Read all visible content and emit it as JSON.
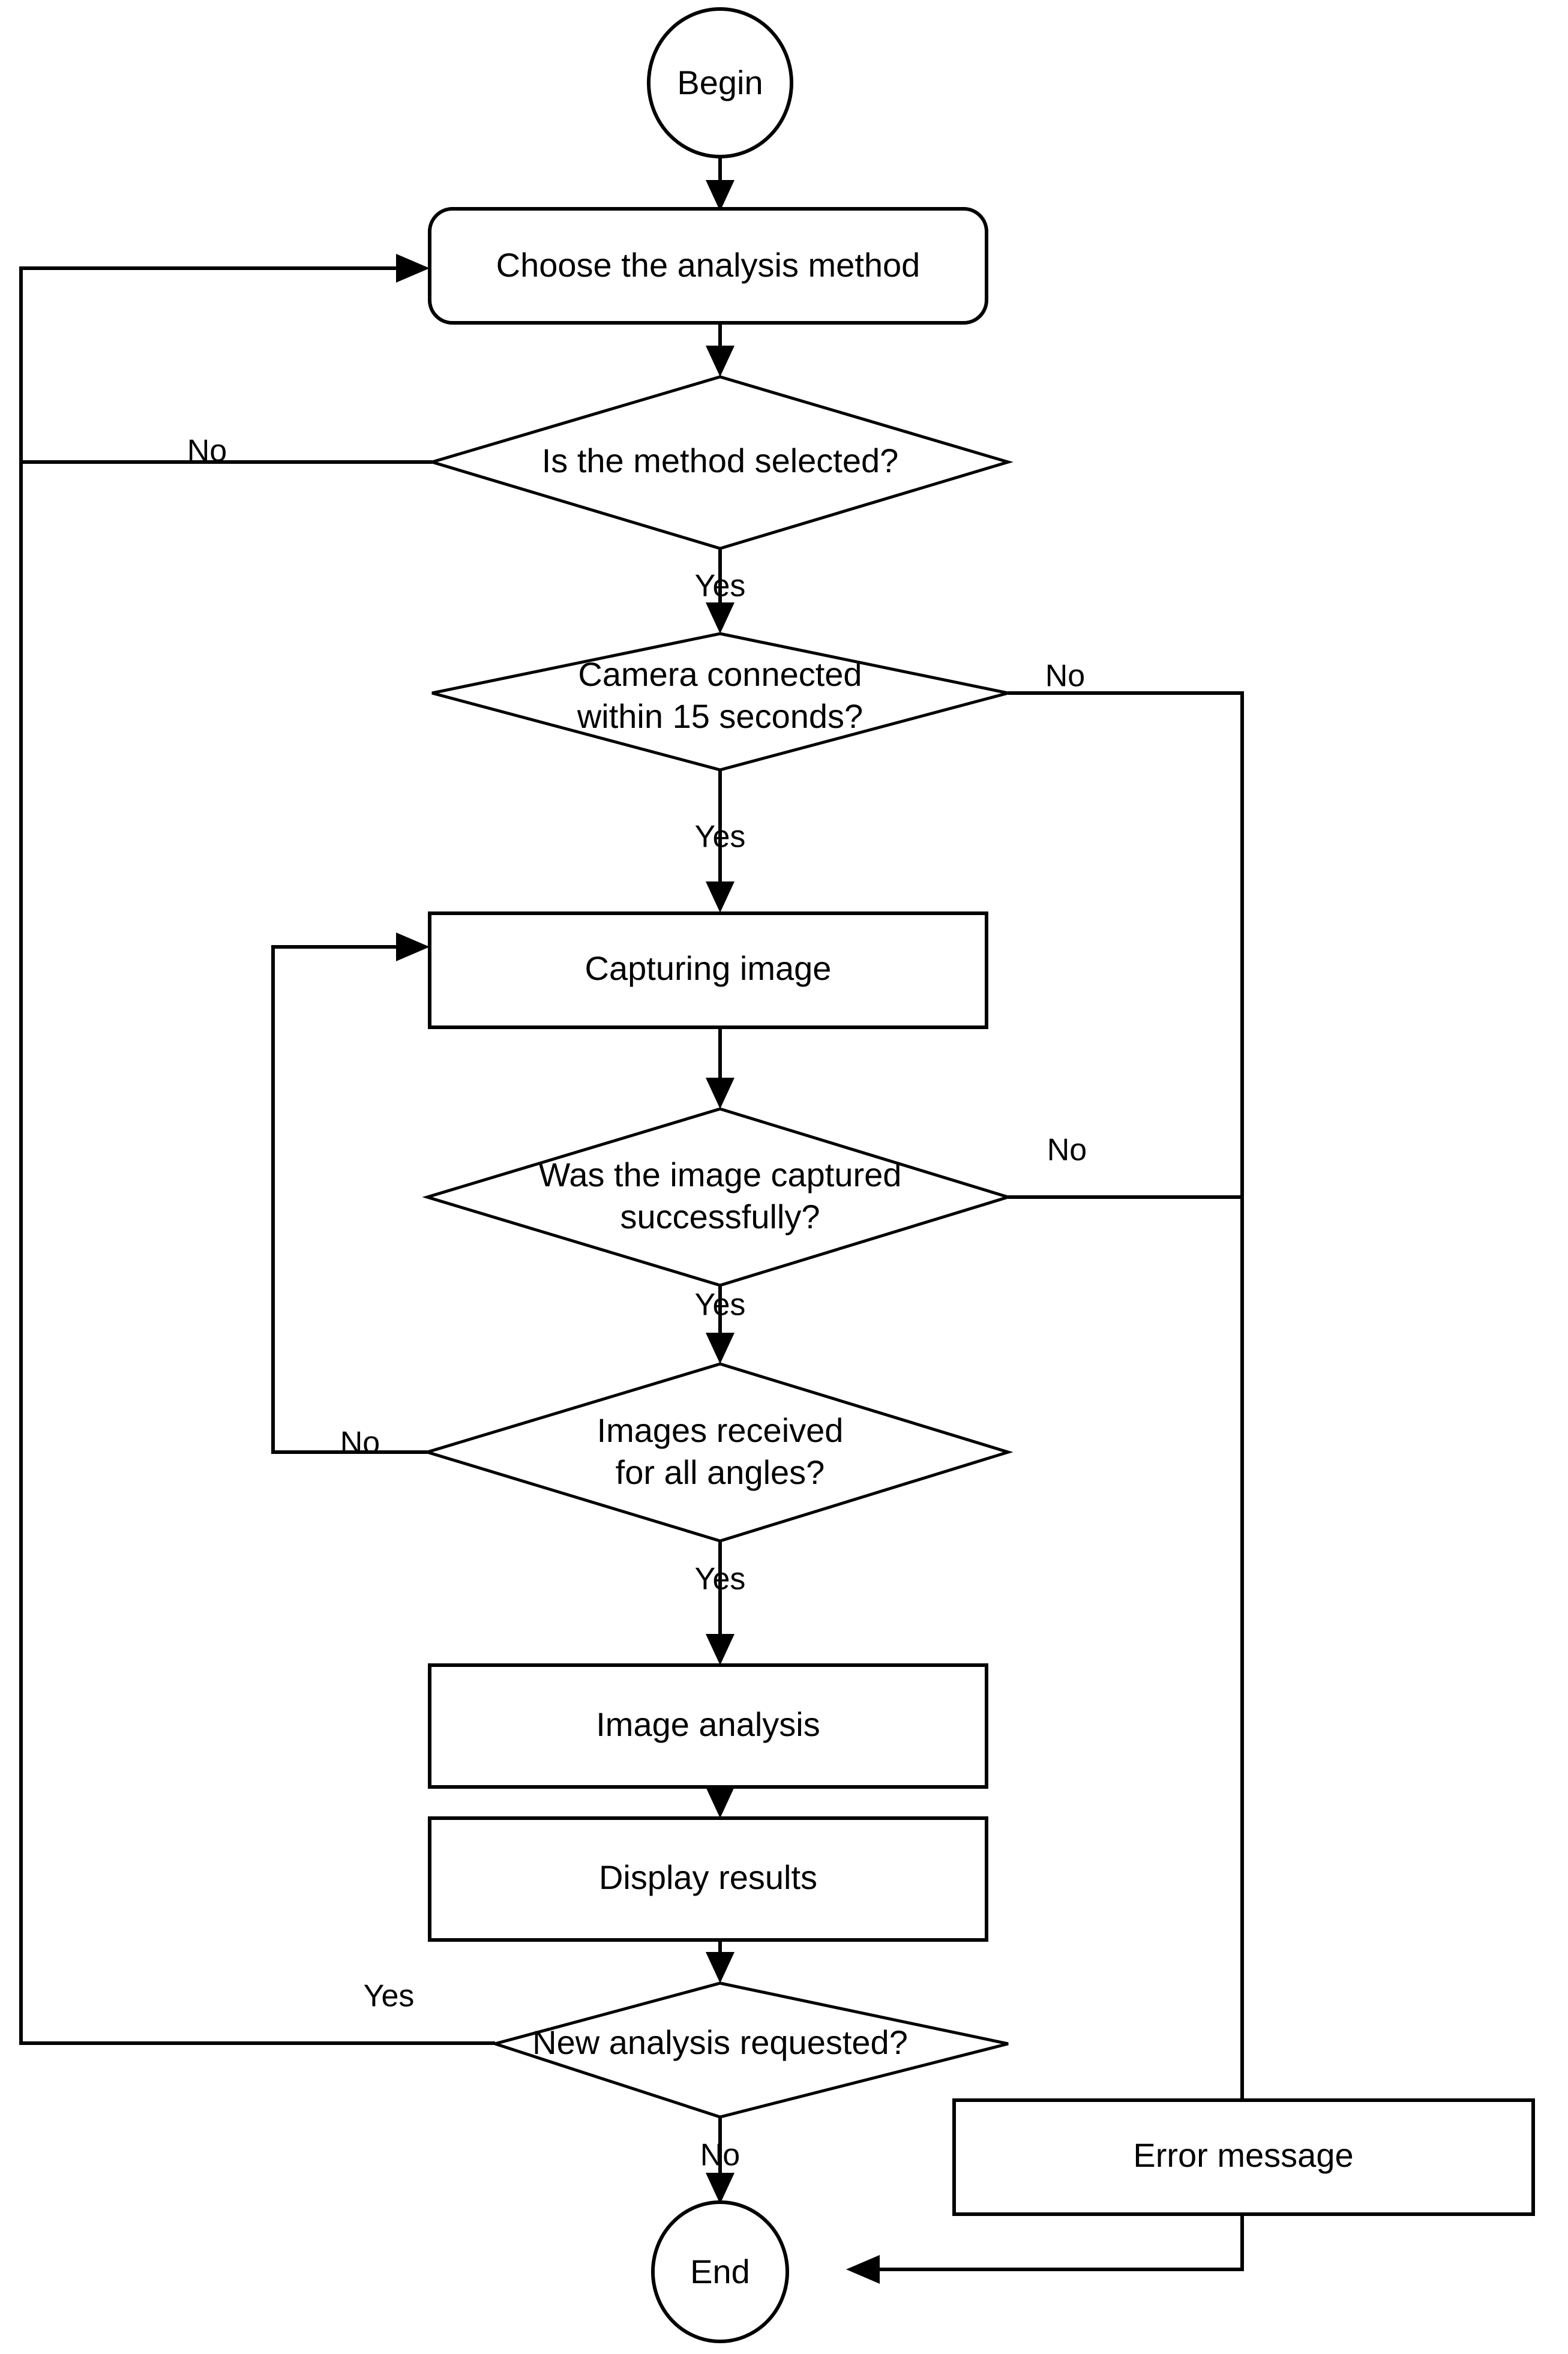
{
  "diagram": {
    "title": "Image analysis process flowchart",
    "type": "flowchart",
    "background_color": "#ffffff",
    "line_color": "#000000",
    "text_color": "#000000",
    "nodes": [
      {
        "id": "begin",
        "shape": "ellipse",
        "label": "Begin"
      },
      {
        "id": "choose_method",
        "shape": "rounded-rectangle",
        "label": "Choose the analysis method"
      },
      {
        "id": "method_selected",
        "shape": "diamond",
        "label": "Is the method selected?"
      },
      {
        "id": "camera_connected",
        "shape": "diamond",
        "label_line1": "Camera connected",
        "label_line2": "within 15 seconds?"
      },
      {
        "id": "capturing_image",
        "shape": "rectangle",
        "label": "Capturing image"
      },
      {
        "id": "capture_success",
        "shape": "diamond",
        "label_line1": "Was the image captured",
        "label_line2": "successfully?"
      },
      {
        "id": "all_angles",
        "shape": "diamond",
        "label_line1": "Images received",
        "label_line2": "for all angles?"
      },
      {
        "id": "image_analysis",
        "shape": "rectangle",
        "label": "Image analysis"
      },
      {
        "id": "display_results",
        "shape": "rectangle",
        "label": "Display results"
      },
      {
        "id": "new_analysis",
        "shape": "diamond",
        "label": "New analysis requested?"
      },
      {
        "id": "error_message",
        "shape": "rectangle",
        "label": "Error message"
      },
      {
        "id": "end",
        "shape": "ellipse",
        "label": "End"
      }
    ],
    "edges": [
      {
        "from": "begin",
        "to": "choose_method",
        "label": ""
      },
      {
        "from": "choose_method",
        "to": "method_selected",
        "label": ""
      },
      {
        "from": "method_selected",
        "to": "choose_method",
        "label": "No"
      },
      {
        "from": "method_selected",
        "to": "camera_connected",
        "label": "Yes"
      },
      {
        "from": "camera_connected",
        "to": "error_message",
        "label": "No"
      },
      {
        "from": "camera_connected",
        "to": "capturing_image",
        "label": "Yes"
      },
      {
        "from": "capturing_image",
        "to": "capture_success",
        "label": ""
      },
      {
        "from": "capture_success",
        "to": "error_message",
        "label": "No"
      },
      {
        "from": "capture_success",
        "to": "all_angles",
        "label": "Yes"
      },
      {
        "from": "all_angles",
        "to": "capturing_image",
        "label": "No"
      },
      {
        "from": "all_angles",
        "to": "image_analysis",
        "label": "Yes"
      },
      {
        "from": "image_analysis",
        "to": "display_results",
        "label": ""
      },
      {
        "from": "display_results",
        "to": "new_analysis",
        "label": ""
      },
      {
        "from": "new_analysis",
        "to": "choose_method",
        "label": "Yes"
      },
      {
        "from": "new_analysis",
        "to": "end",
        "label": "No"
      },
      {
        "from": "error_message",
        "to": "end",
        "label": ""
      }
    ],
    "edge_labels": {
      "method_selected_no": "No",
      "method_selected_yes": "Yes",
      "camera_no": "No",
      "camera_yes": "Yes",
      "capture_no": "No",
      "capture_yes": "Yes",
      "angles_no": "No",
      "angles_yes": "Yes",
      "new_analysis_yes": "Yes",
      "new_analysis_no": "No"
    }
  }
}
